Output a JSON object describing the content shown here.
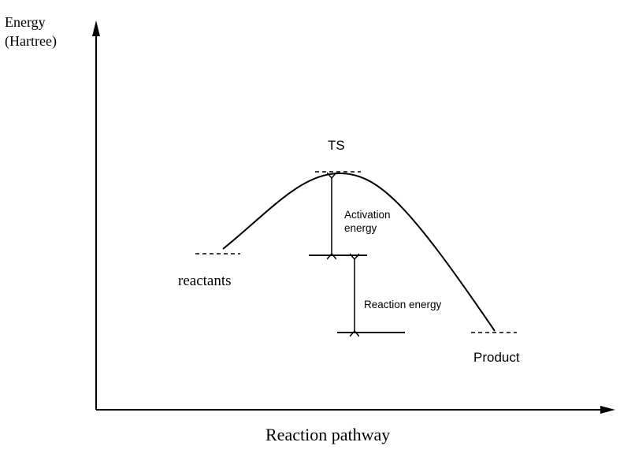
{
  "axes": {
    "y_label_line1": "Energy",
    "y_label_line2": "(Hartree)",
    "x_label": "Reaction pathway"
  },
  "labels": {
    "ts": "TS",
    "reactants": "reactants",
    "product": "Product",
    "activation_line1": "Activation",
    "activation_line2": "energy",
    "reaction_energy": "Reaction energy"
  },
  "colors": {
    "ink": "#000000",
    "background": "#ffffff"
  }
}
